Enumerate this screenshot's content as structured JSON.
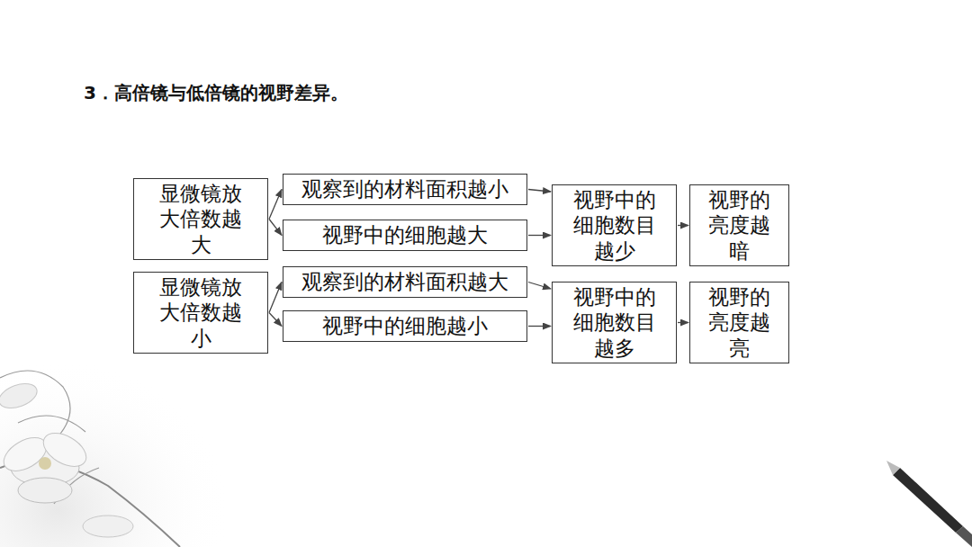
{
  "diagram": {
    "title": "3．高倍镜与低倍镜的视野差异。",
    "nodes": [
      {
        "text": [
          "显微镜放大倍数越大"
        ]
      },
      {
        "text": [
          "观察到的材料面积越小"
        ]
      },
      {
        "text": [
          "视野中的细胞越大"
        ]
      },
      {
        "text": [
          "视野中的细胞数目越少"
        ]
      },
      {
        "text": [
          "视野的亮度越暗"
        ]
      },
      {
        "text": [
          "显微镜放大倍数越小"
        ]
      },
      {
        "text": [
          "观察到的材料面积越大"
        ]
      },
      {
        "text": [
          "视野中的细胞越小"
        ]
      },
      {
        "text": [
          "视野中的细胞数目越多"
        ]
      },
      {
        "text": [
          "视野的亮度越亮"
        ]
      }
    ],
    "edges": [
      {
        "from": 0,
        "to": 1,
        "arrow": "to"
      },
      {
        "from": 0,
        "to": 2,
        "arrow": "to"
      },
      {
        "from": 1,
        "to": 3,
        "arrow": "to"
      },
      {
        "from": 2,
        "to": 3,
        "arrow": "to"
      },
      {
        "from": 3,
        "to": 4,
        "arrow": "to"
      },
      {
        "from": 5,
        "to": 6,
        "arrow": "to"
      },
      {
        "from": 5,
        "to": 7,
        "arrow": "to"
      },
      {
        "from": 6,
        "to": 8,
        "arrow": "to"
      },
      {
        "from": 7,
        "to": 8,
        "arrow": "to"
      },
      {
        "from": 8,
        "to": 9,
        "arrow": "to"
      }
    ]
  }
}
